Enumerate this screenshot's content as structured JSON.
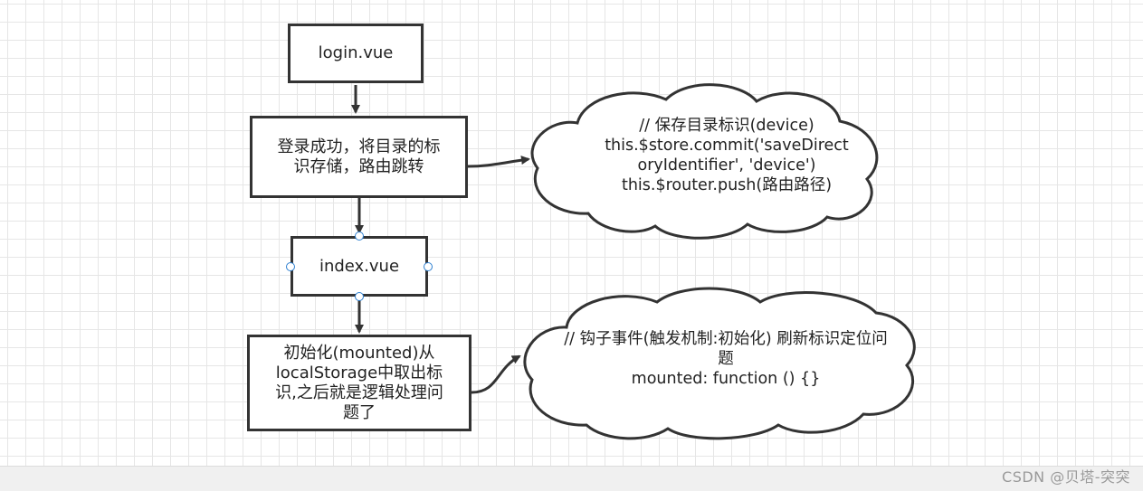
{
  "diagram": {
    "nodes": {
      "login": "login.vue",
      "login_success": "登录成功，将目录的标\n识存储，路由跳转",
      "index": "index.vue",
      "init": "初始化(mounted)从\nlocalStorage中取出标\n识,之后就是逻辑处理问\n题了"
    },
    "clouds": {
      "store_note": "// 保存目录标识(device)\nthis.$store.commit('saveDirect\noryIdentifier', 'device')\nthis.$router.push(路由路径)",
      "mounted_note": "// 钩子事件(触发机制:初始化) 刷新标识定位问\n题\nmounted: function () {}"
    }
  },
  "colors": {
    "stroke": "#333333",
    "grid": "#e6e6e6",
    "handle": "#2d7fd0"
  },
  "watermark": "CSDN @贝塔-突突"
}
